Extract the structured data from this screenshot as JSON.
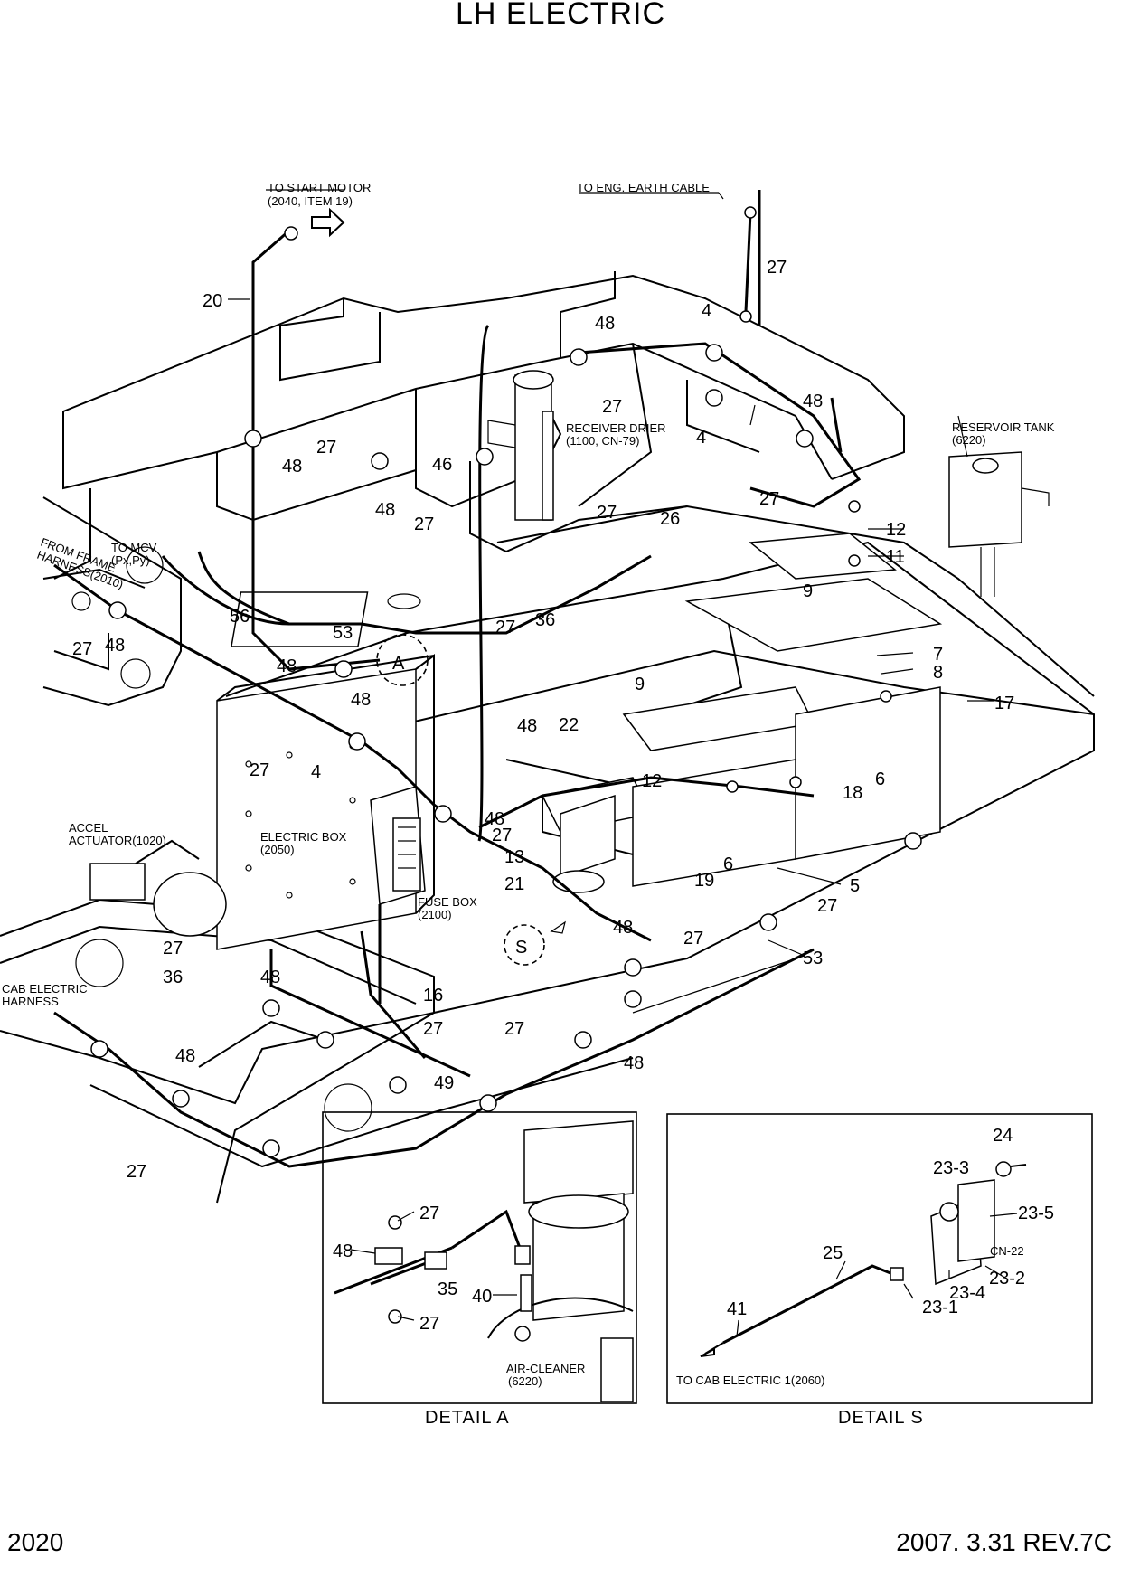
{
  "title": "LH ELECTRIC",
  "page_number": "2020",
  "revision": "2007. 3.31  REV.7C",
  "notes": {
    "start_motor_1": "TO START MOTOR",
    "start_motor_2": "(2040, ITEM 19)",
    "eng_earth": "TO ENG. EARTH CABLE",
    "receiver_1": "RECEIVER DRIER",
    "receiver_2": "(1100, CN-79)",
    "reservoir_1": "RESERVOIR TANK",
    "reservoir_2": "(6220)",
    "frame_harness_1": "FROM FRAME",
    "frame_harness_2": "HARNESS(2010)",
    "mcv_1": "TO MCV",
    "mcv_2": "(Px,Py)",
    "electric_box_1": "ELECTRIC BOX",
    "electric_box_2": "(2050)",
    "fuse_box_1": "FUSE BOX",
    "fuse_box_2": "(2100)",
    "accel_1": "ACCEL",
    "accel_2": "ACTUATOR(1020)",
    "cab_harness_1": "CAB ELECTRIC",
    "cab_harness_2": "HARNESS",
    "air_cleaner_1": "AIR-CLEANER",
    "air_cleaner_2": "(6220)",
    "cab_electric": "TO CAB ELECTRIC 1(2060)",
    "cn22": "CN-22"
  },
  "detail_markers": {
    "a": "A",
    "s": "S"
  },
  "details": {
    "a_title": "DETAIL  A",
    "s_title": "DETAIL  S"
  },
  "callouts": {
    "c20": "20",
    "c27a": "27",
    "c48a": "48",
    "c4a": "4",
    "c27b": "27",
    "c4b": "4",
    "c48b": "48",
    "c27c": "27",
    "c27d": "27",
    "c48c": "48",
    "c48d": "48",
    "c46": "46",
    "c27e": "27",
    "c27f": "27",
    "c26": "26",
    "c12a": "12",
    "c11": "11",
    "c9a": "9",
    "c9b": "9",
    "c7": "7",
    "c8": "8",
    "c17": "17",
    "c6a": "6",
    "c56": "56",
    "c53a": "53",
    "c27g": "27",
    "c36a": "36",
    "c27h": "27",
    "c48e": "48",
    "c48f": "48",
    "c48g": "48",
    "c48h": "48",
    "c27i": "27",
    "c4c": "4",
    "c22": "22",
    "c12b": "12",
    "c18": "18",
    "c48i": "48",
    "c27j": "27",
    "c13": "13",
    "c6b": "6",
    "c19": "19",
    "c5": "5",
    "c21": "21",
    "c27k": "27",
    "c48j": "48",
    "c27l": "27",
    "c53b": "53",
    "c27m": "27",
    "c36b": "36",
    "c48k": "48",
    "c16": "16",
    "c27n": "27",
    "c27o": "27",
    "c48l": "48",
    "c48m": "48",
    "c49": "49",
    "c27p": "27",
    "d_27a": "27",
    "d_48": "48",
    "d_35": "35",
    "d_40": "40",
    "d_27b": "27",
    "s_24": "24",
    "s_23_3": "23-3",
    "s_23_5": "23-5",
    "s_25": "25",
    "s_23_2": "23-2",
    "s_23_4": "23-4",
    "s_23_1": "23-1",
    "s_41": "41"
  }
}
